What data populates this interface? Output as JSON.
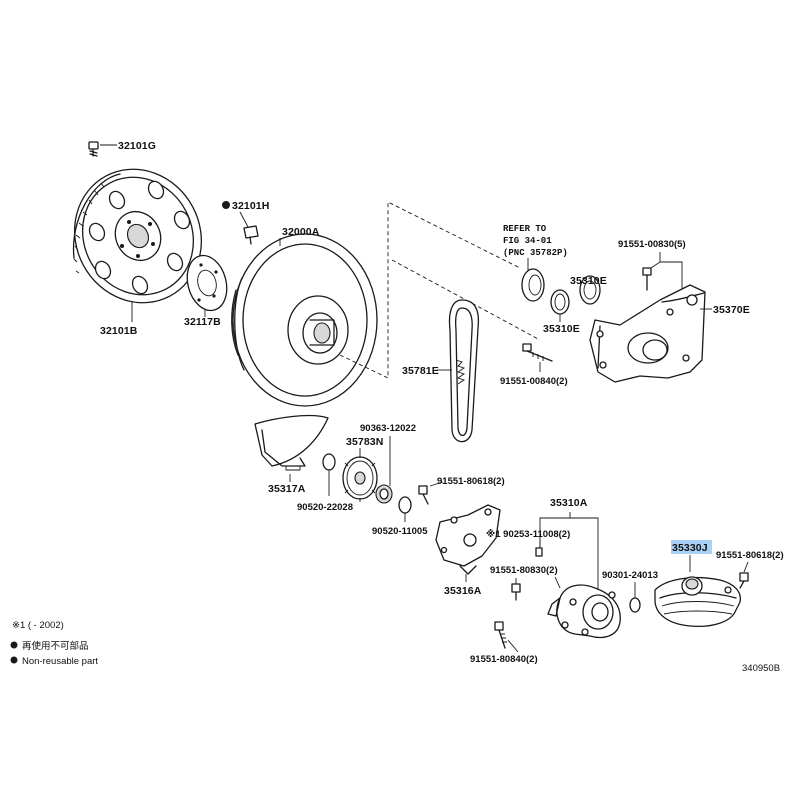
{
  "parts": {
    "p32101G": "32101G",
    "p32101H": "32101H",
    "p32000A": "32000A",
    "p32101B": "32101B",
    "p32117B": "32117B",
    "p35781E": "35781E",
    "refer_line1": "REFER TO",
    "refer_line2": "FIG 34-01",
    "refer_line3": "(PNC 35782P)",
    "p35310E_a": "35310E",
    "p35310E_b": "35310E",
    "p91551_00830": "91551-00830(5)",
    "p35370E": "35370E",
    "p91551_00840": "91551-00840(2)",
    "p90363": "90363-12022",
    "p35783N": "35783N",
    "p35317A": "35317A",
    "p90520_22028": "90520-22028",
    "p91551_80618_a": "91551-80618(2)",
    "p90520_11005": "90520-11005",
    "p35310A": "35310A",
    "p90253": "※1 90253-11008(2)",
    "p35316A": "35316A",
    "p91551_80830": "91551-80830(2)",
    "p90301": "90301-24013",
    "p35330J": "35330J",
    "p91551_80618_b": "91551-80618(2)",
    "p91551_80840": "91551-80840(2)"
  },
  "legend": {
    "footnote": "※1 (      - 2002)",
    "nonreusable_jp": "再使用不可部品",
    "nonreusable_en": "Non-reusable part"
  },
  "figure_code": "340950B",
  "highlight_color": "#a9d0f5"
}
